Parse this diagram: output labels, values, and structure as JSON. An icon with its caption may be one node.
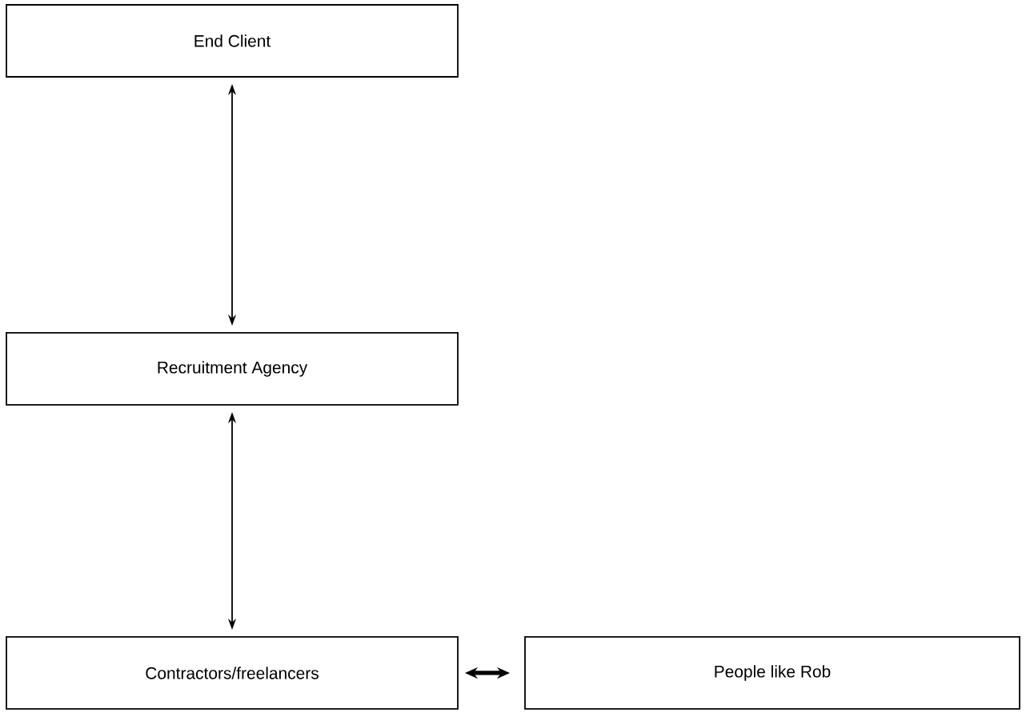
{
  "diagram": {
    "nodes": [
      {
        "text": [
          "End Client"
        ]
      },
      {
        "text": [
          "Recruitment Agency"
        ]
      },
      {
        "text": [
          "Contractors/freelancers"
        ]
      },
      {
        "text": [
          "People like Rob"
        ]
      }
    ],
    "edges": [
      {
        "from": 0,
        "to": 1,
        "arrow": "both"
      },
      {
        "from": 1,
        "to": 2,
        "arrow": "both"
      },
      {
        "from": 2,
        "to": 3,
        "arrow": "both",
        "style": "thick"
      }
    ]
  }
}
